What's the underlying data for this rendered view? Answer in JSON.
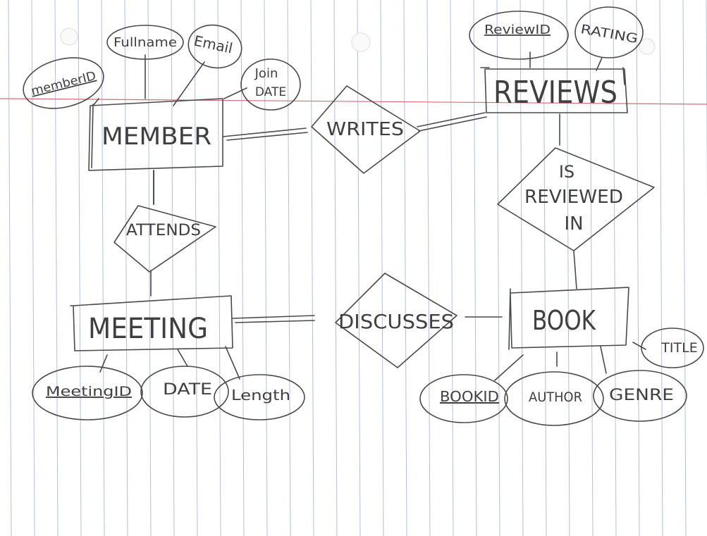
{
  "diagram": {
    "entities": {
      "member": "MEMBER",
      "reviews": "REVIEWS",
      "meeting": "MEETING",
      "book": "BOOK"
    },
    "relationships": {
      "writes": "WRITES",
      "attends": "ATTENDS",
      "is_reviewed_in": [
        "IS",
        "REVIEWED",
        "IN"
      ],
      "discusses": "DISCUSSES"
    },
    "attributes": {
      "member_id": "memberID",
      "fullname": "Fullname",
      "email": "Email",
      "join_date": [
        "Join",
        "DATE"
      ],
      "review_id": "ReviewID",
      "rating": "RATING",
      "meeting_id": "MeetingID",
      "meeting_date": "DATE",
      "length": "Length",
      "book_id": "BOOKID",
      "author": "AUTHOR",
      "genre": "GENRE",
      "title": "TITLE"
    }
  },
  "colors": {
    "paper": "#ffffff",
    "rule_blue": "#b9bdd8",
    "margin_red": "#d86a78",
    "ink": "#4a4a4a"
  }
}
